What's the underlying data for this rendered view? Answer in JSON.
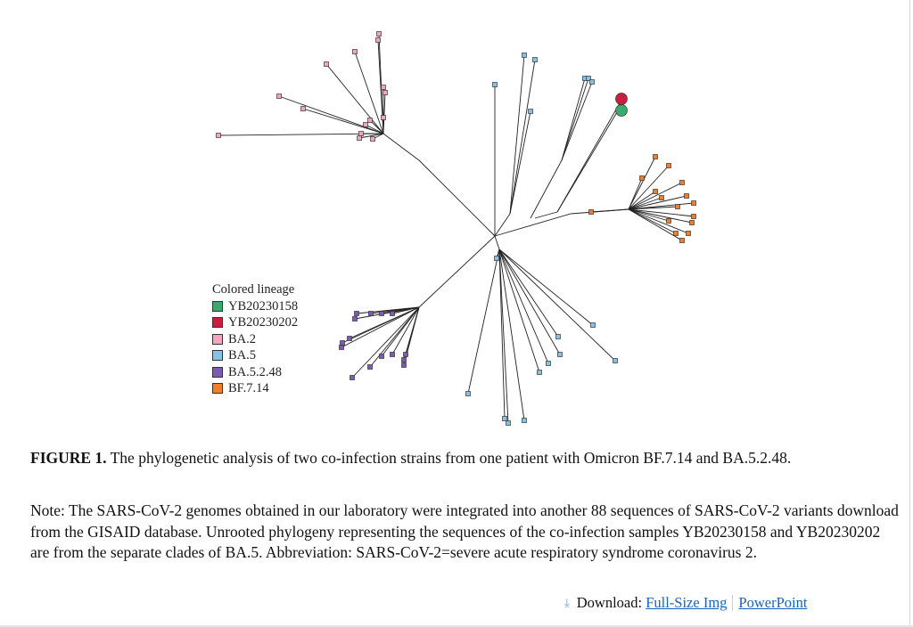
{
  "figure": {
    "legend": {
      "title": "Colored lineage",
      "items": [
        {
          "label": "YB20230158",
          "color": "#3aaa6e"
        },
        {
          "label": "YB20230202",
          "color": "#cc1f3f"
        },
        {
          "label": "BA.2",
          "color": "#f2a6bf"
        },
        {
          "label": "BA.5",
          "color": "#87c2e6"
        },
        {
          "label": "BA.5.2.48",
          "color": "#7b5cb0"
        },
        {
          "label": "BF.7.14",
          "color": "#f07f2a"
        }
      ]
    },
    "caption_label": "FIGURE 1.",
    "caption_text": " The phylogenetic analysis of two co-infection strains from one patient with Omicron BF.7.14 and BA.5.2.48.",
    "note": "Note: The SARS-CoV-2 genomes obtained in our laboratory were integrated into another 88 sequences of SARS-CoV-2 variants download from the GISAID database. Unrooted phylogeny representing the sequences of the co-infection samples YB20230158 and YB20230202 are from the separate clades of BA.5. Abbreviation: SARS-CoV-2=severe acute respiratory syndrome coronavirus 2."
  },
  "download": {
    "label": "Download:",
    "links": [
      "Full-Size Img",
      "PowerPoint"
    ]
  }
}
